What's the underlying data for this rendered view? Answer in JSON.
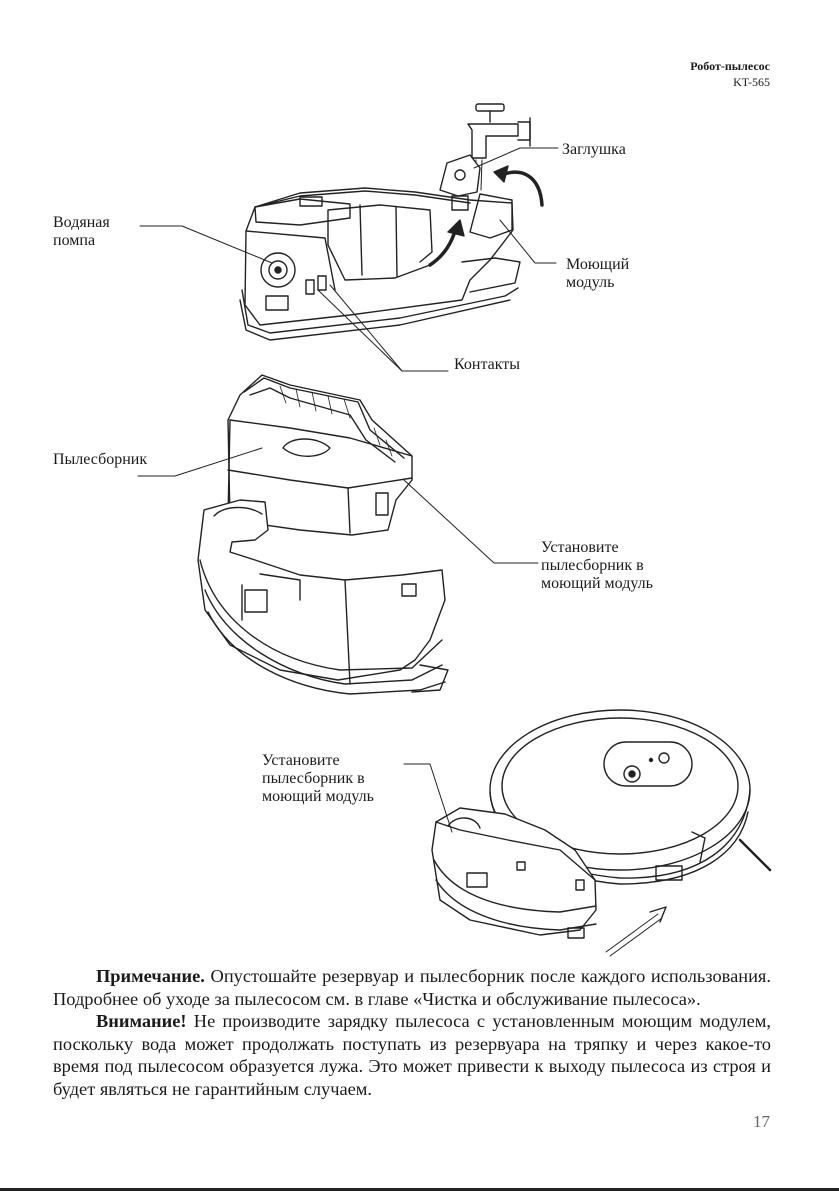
{
  "header": {
    "model_name": "Робот-пылесос",
    "model_code": "KT-565"
  },
  "labels": {
    "water_pump": "Водяная\nпомпа",
    "plug": "Заглушка",
    "washing_module": "Моющий\nмодуль",
    "contacts": "Контакты",
    "dust_bin": "Пылесборник",
    "install_bin_1": "Установите\nпылесборник в\nмоющий модуль",
    "install_bin_2": "Установите\nпылесборник в\nмоющий модуль"
  },
  "note": {
    "p1_bold": "Примечание.",
    "p1_text": " Опустошайте резервуар и пылесборник после каждого использования. Подробнее об уходе за пылесосом см. в главе «Чистка и обслуживание пылесоса».",
    "p2_bold": "Внимание!",
    "p2_text": " Не производите зарядку пылесоса с установленным моющим модулем, поскольку вода может продолжать поступать из резервуара на тряпку и через какое-то время под пылесосом образуется лужа. Это может привести к выходу пылесоса из строя и будет являться не гарантийным случаем."
  },
  "page_number": "17"
}
